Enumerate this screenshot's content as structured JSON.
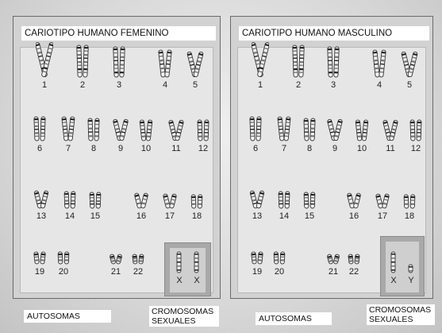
{
  "female": {
    "title": "CARIOTIPO HUMANO  FEMENINO",
    "numbers": [
      "1",
      "2",
      "3",
      "4",
      "5",
      "6",
      "7",
      "8",
      "9",
      "10",
      "11",
      "12",
      "13",
      "14",
      "15",
      "16",
      "17",
      "18",
      "19",
      "20",
      "21",
      "22"
    ],
    "sex_labels": [
      "X",
      "X"
    ]
  },
  "male": {
    "title": "CARIOTIPO HUMANO MASCULINO",
    "numbers": [
      "1",
      "2",
      "3",
      "4",
      "5",
      "6",
      "7",
      "8",
      "9",
      "10",
      "11",
      "12",
      "13",
      "14",
      "15",
      "16",
      "17",
      "18",
      "19",
      "20",
      "21",
      "22"
    ],
    "sex_labels": [
      "X",
      "Y"
    ]
  },
  "labels": {
    "autosomes": "AUTOSOMAS",
    "sex_chromosomes_line1": "CROMOSOMAS",
    "sex_chromosomes_line2": "SEXUALES"
  }
}
